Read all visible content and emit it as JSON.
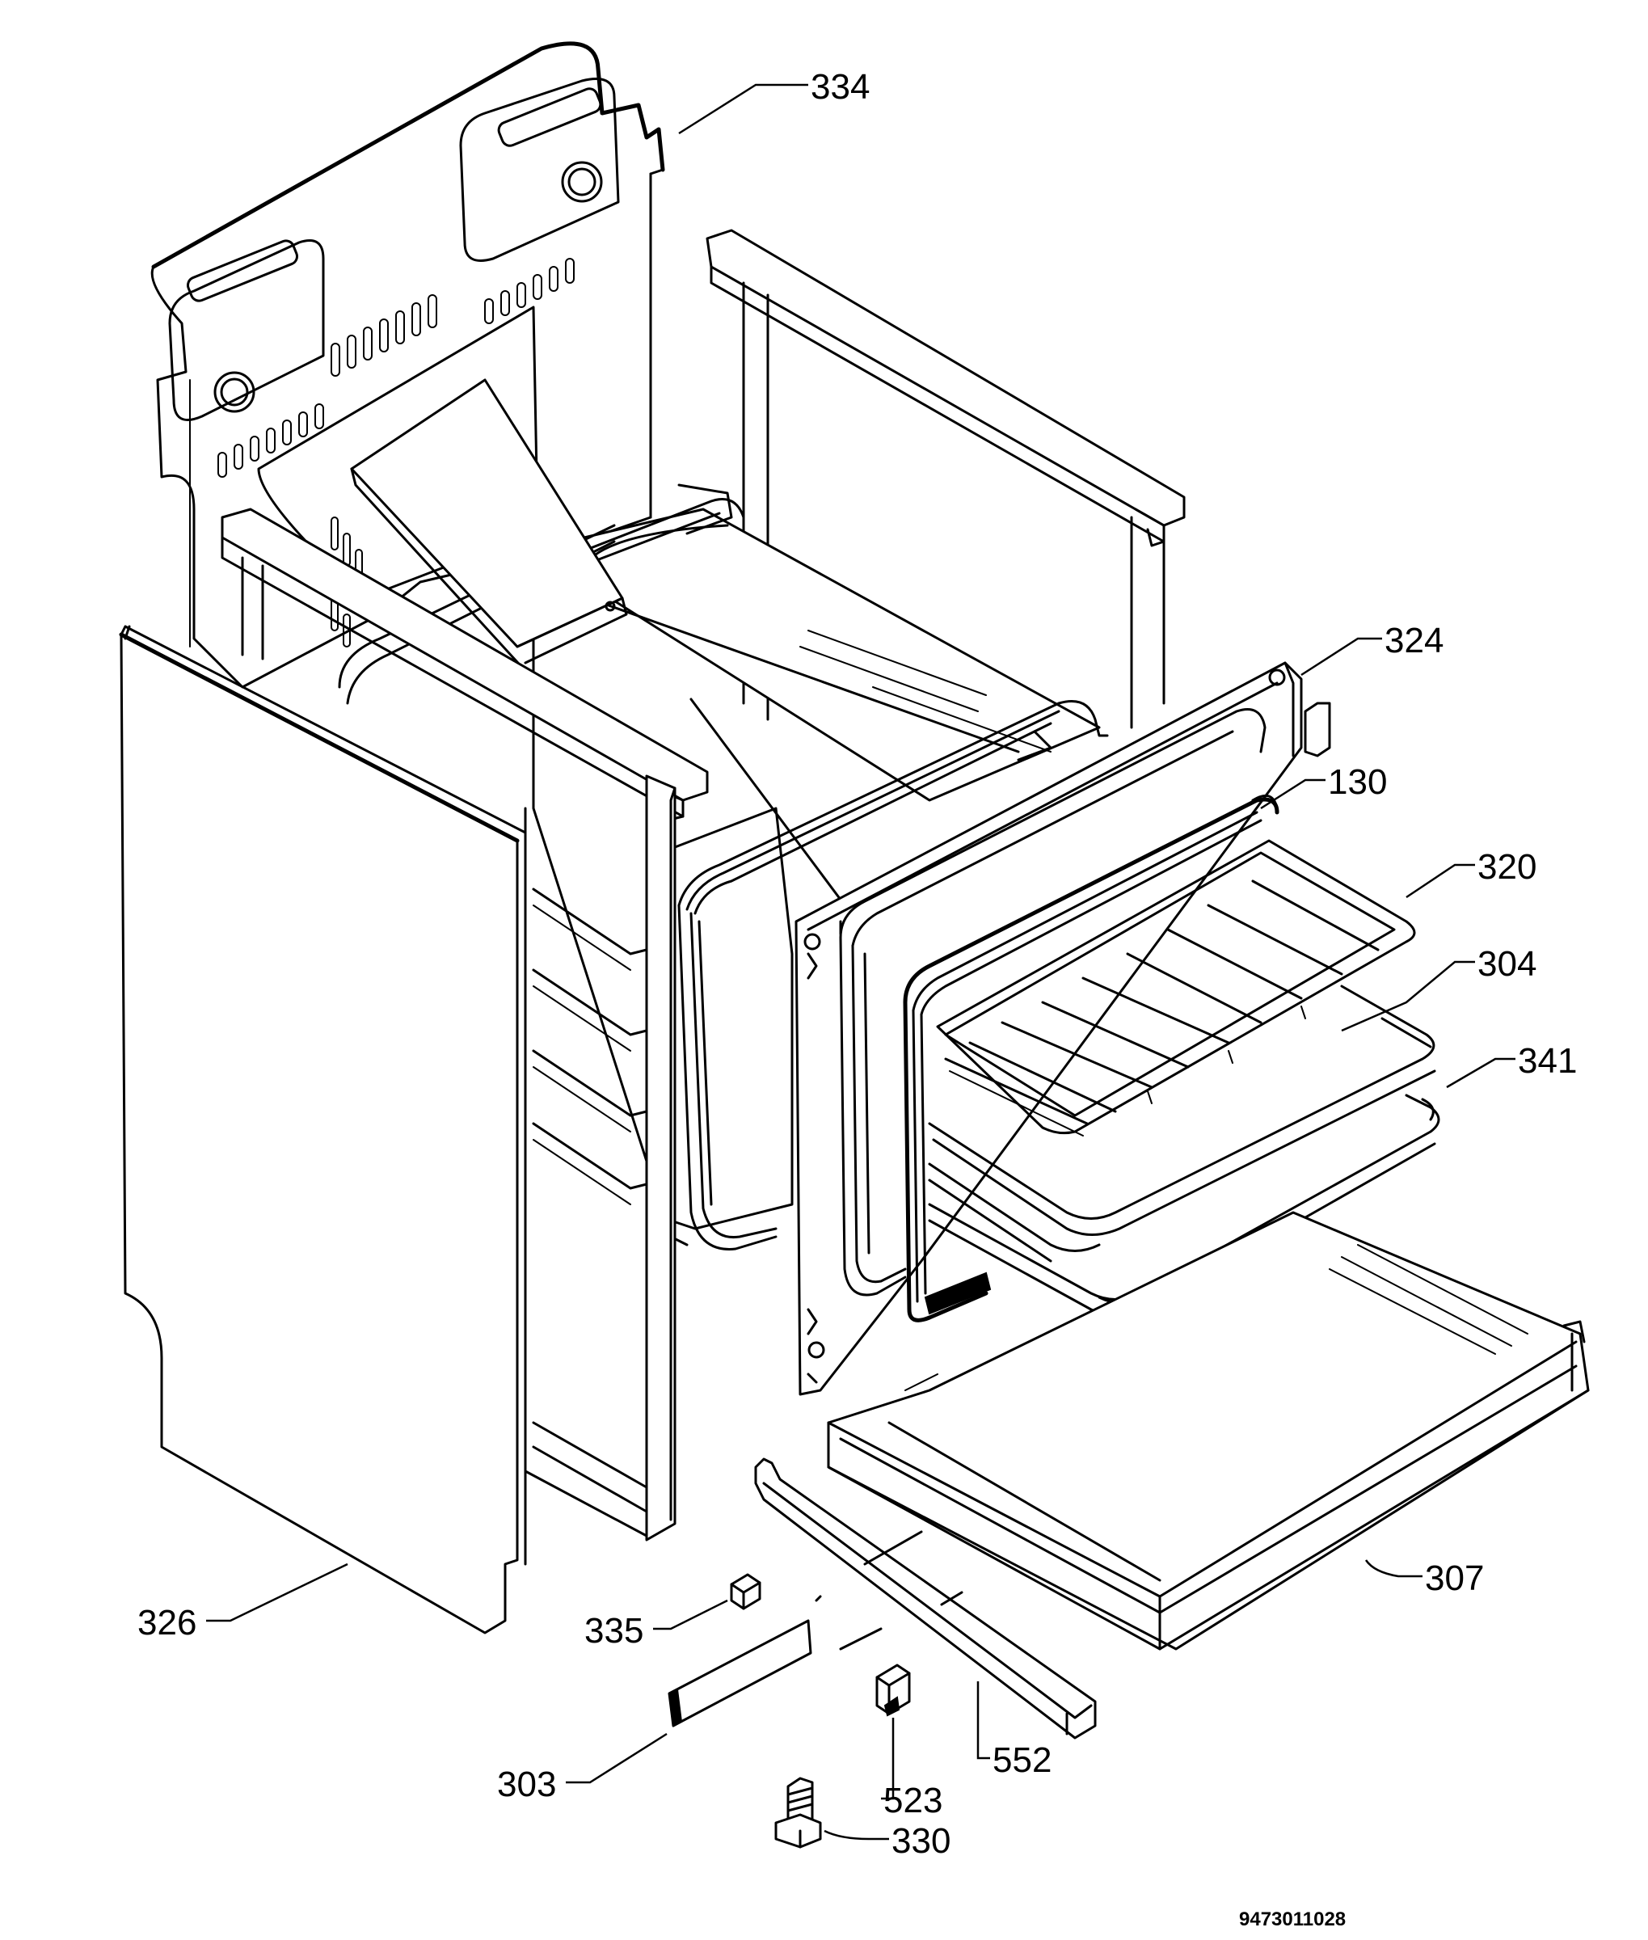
{
  "document_id": "9473011028",
  "callouts": [
    {
      "id": "334",
      "label": "334"
    },
    {
      "id": "324",
      "label": "324"
    },
    {
      "id": "130",
      "label": "130"
    },
    {
      "id": "320",
      "label": "320"
    },
    {
      "id": "304",
      "label": "304"
    },
    {
      "id": "341",
      "label": "341"
    },
    {
      "id": "307",
      "label": "307"
    },
    {
      "id": "326",
      "label": "326"
    },
    {
      "id": "335",
      "label": "335"
    },
    {
      "id": "303",
      "label": "303"
    },
    {
      "id": "523",
      "label": "523"
    },
    {
      "id": "552",
      "label": "552"
    },
    {
      "id": "330",
      "label": "330"
    }
  ]
}
